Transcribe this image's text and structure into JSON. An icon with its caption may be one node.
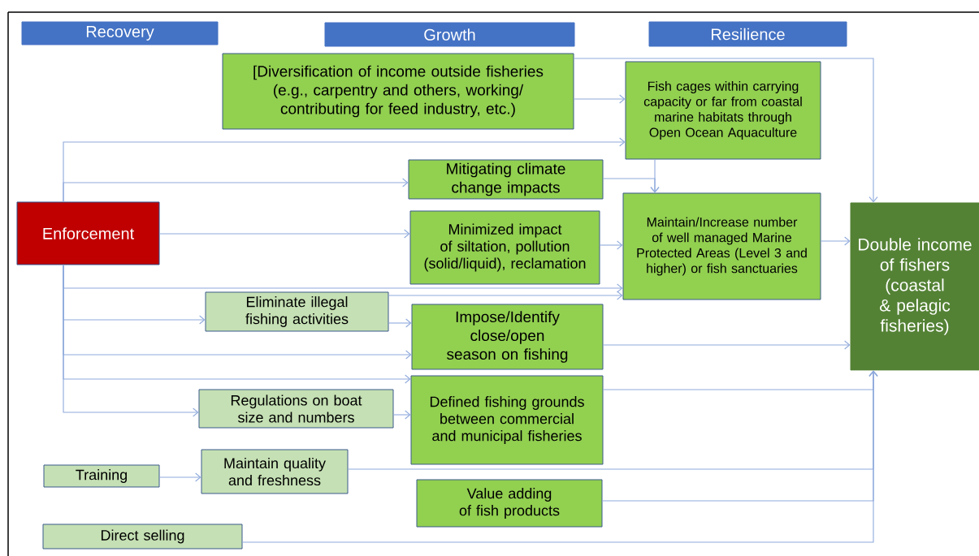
{
  "diagram": {
    "nodes": [
      {
        "text": [
          "Recovery"
        ]
      },
      {
        "text": [
          "Growth"
        ]
      },
      {
        "text": [
          "Resilience"
        ]
      },
      {
        "text": [
          "[Diversification of income outside fisheries (e.g., carpentry and others, working/ contributing for feed industry, etc.)"
        ]
      },
      {
        "text": [
          "Fish cages within carrying capacity or far from coastal marine habitats through Open Ocean Aquaculture"
        ]
      },
      {
        "text": [
          "Enforcement"
        ]
      },
      {
        "text": [
          "Mitigating climate change impacts"
        ]
      },
      {
        "text": [
          "Minimized impact of siltation, pollution (solid/liquid), reclamation"
        ]
      },
      {
        "text": [
          "Maintain/Increase number of well managed Marine Protected Areas (Level 3 and higher) or fish sanctuaries"
        ]
      },
      {
        "text": [
          "Double income of fishers (coastal & pelagic fisheries)"
        ]
      },
      {
        "text": [
          "Eliminate illegal fishing activities"
        ]
      },
      {
        "text": [
          "Impose/Identify close/open season on fishing"
        ]
      },
      {
        "text": [
          "Defined fishing grounds between commercial and municipal fisheries"
        ]
      },
      {
        "text": [
          "Regulations on boat size and numbers"
        ]
      },
      {
        "text": [
          "Training"
        ]
      },
      {
        "text": [
          "Maintain quality and freshness"
        ]
      },
      {
        "text": [
          "Value adding of fish products"
        ]
      },
      {
        "text": [
          "Direct selling"
        ]
      }
    ],
    "edges": [
      {
        "from": 3,
        "to": 4,
        "arrow": "to"
      },
      {
        "from": 3,
        "to": 9,
        "arrow": "to"
      },
      {
        "from": 5,
        "to": 4,
        "arrow": "to"
      },
      {
        "from": 5,
        "to": 6,
        "arrow": "to"
      },
      {
        "from": 5,
        "to": 7,
        "arrow": "to"
      },
      {
        "from": 5,
        "to": 8,
        "arrow": "to"
      },
      {
        "from": 5,
        "to": 10,
        "arrow": "to"
      },
      {
        "from": 5,
        "to": 11,
        "arrow": "to"
      },
      {
        "from": 5,
        "to": 12,
        "arrow": "to"
      },
      {
        "from": 5,
        "to": 13,
        "arrow": "to"
      },
      {
        "from": 10,
        "to": 8,
        "arrow": "to"
      },
      {
        "from": 10,
        "to": 11,
        "arrow": "to"
      },
      {
        "from": 6,
        "to": 8,
        "arrow": "to"
      },
      {
        "from": 4,
        "to": 8,
        "arrow": "to"
      },
      {
        "from": 7,
        "to": 8,
        "arrow": "to"
      },
      {
        "from": 8,
        "to": 9,
        "arrow": "to"
      },
      {
        "from": 11,
        "to": 9,
        "arrow": "to"
      },
      {
        "from": 13,
        "to": 12,
        "arrow": "to"
      },
      {
        "from": 12,
        "to": 9,
        "arrow": "to"
      },
      {
        "from": 14,
        "to": 15,
        "arrow": "to"
      },
      {
        "from": 15,
        "to": 9,
        "arrow": "to"
      },
      {
        "from": 16,
        "to": 9,
        "arrow": "to"
      },
      {
        "from": 17,
        "to": 9,
        "arrow": "to"
      }
    ]
  }
}
